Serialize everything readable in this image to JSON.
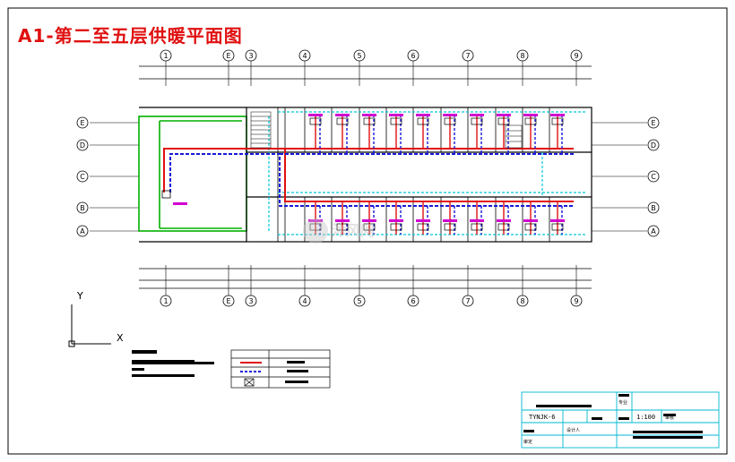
{
  "drawing": {
    "title": "A1-第二至五层供暖平面图",
    "grid_columns": [
      "1",
      "E",
      "3",
      "4",
      "5",
      "6",
      "7",
      "8",
      "9"
    ],
    "grid_rows": [
      "E",
      "D",
      "C",
      "B",
      "A"
    ]
  },
  "title_block": {
    "drawing_code": "TYNJK-6",
    "scale": "1:100",
    "cells": [
      "专业",
      "审核",
      "设计人",
      "审定"
    ]
  },
  "watermark": "沐风网",
  "colors": {
    "title": "#e01010",
    "supply_pipe": "#e01010",
    "return_pipe": "#1818d8",
    "wall": "#00b000",
    "dim": "#000000",
    "cyan": "#00c8d8",
    "magenta": "#d000d0"
  }
}
